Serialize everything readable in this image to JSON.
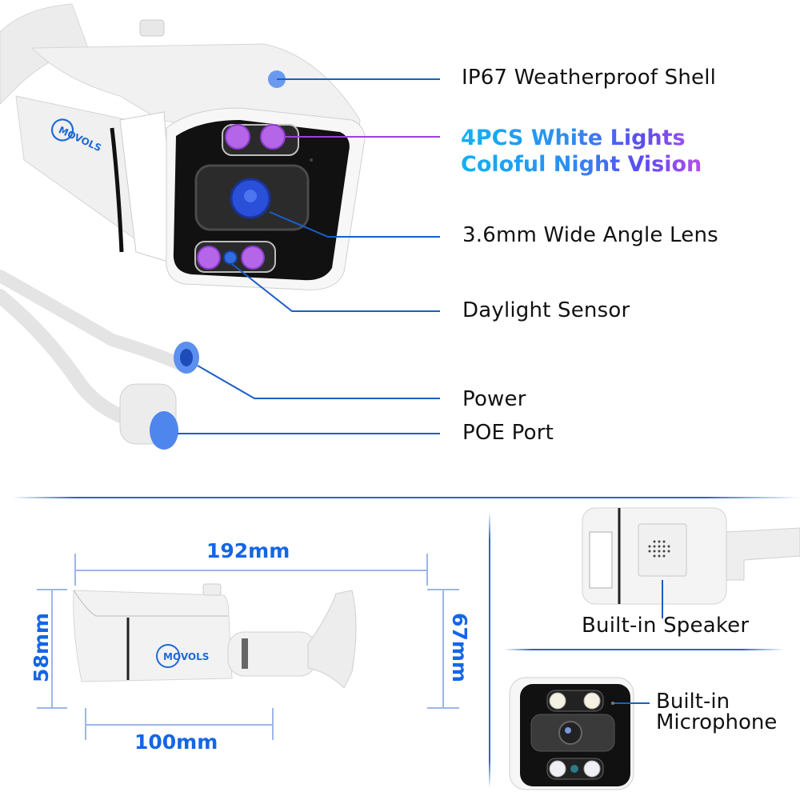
{
  "brand": "MOVOLS",
  "colors": {
    "leader_blue": "#1a5fc8",
    "leader_purple": "#a040d8",
    "dimension_blue": "#1466e6",
    "divider_blue": "#2a66c8",
    "led_purple": "#b565e8",
    "lens_blue": "#2a4fd8",
    "accent_gradient": [
      "#12b2f0",
      "#5a4df0",
      "#b34ef0"
    ]
  },
  "callouts": [
    {
      "id": "shell",
      "label": "IP67 Weatherproof Shell"
    },
    {
      "id": "lights",
      "line1": "4PCS White Lights",
      "line2": "Coloful Night Vision"
    },
    {
      "id": "lens",
      "label": "3.6mm Wide Angle Lens"
    },
    {
      "id": "sensor",
      "label": "Daylight Sensor"
    },
    {
      "id": "power",
      "label": "Power"
    },
    {
      "id": "poe",
      "label": "POE Port"
    }
  ],
  "dimensions": {
    "total_length": "192mm",
    "body_length": "100mm",
    "body_height": "58mm",
    "mount_height": "67mm"
  },
  "features": {
    "speaker": "Built-in Speaker",
    "microphone_line1": "Built-in",
    "microphone_line2": "Microphone"
  }
}
